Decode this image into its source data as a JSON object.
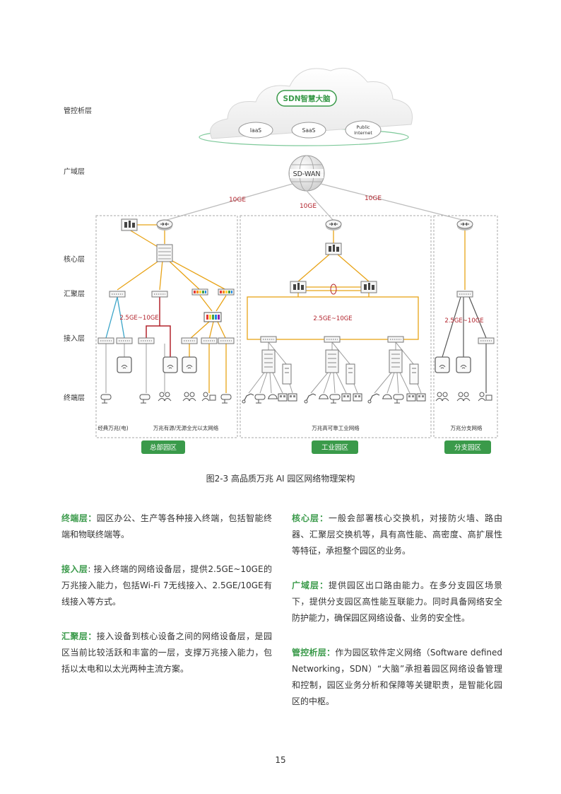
{
  "diagram": {
    "layers": {
      "management": "管控析层",
      "wan": "广域层",
      "core": "核心层",
      "aggregation": "汇聚层",
      "access": "接入层",
      "terminal": "终端层"
    },
    "cloud": {
      "brain": "SDN智慧大脑",
      "iaas": "IaaS",
      "saas": "SaaS",
      "public_internet_1": "Public",
      "public_internet_2": "Internet"
    },
    "sdwan": "SD-WAN",
    "links": {
      "left": "10GE",
      "middle": "10GE",
      "right": "10GE"
    },
    "speed_labels": {
      "hq": "2.5GE~10GE",
      "industrial": "2.5GE~10GE",
      "branch": "2.5GE~10GE"
    },
    "zone_notes": {
      "hq_classic": "经典万兆(电)",
      "hq_optical": "万兆有源/无源全光以太网络",
      "industrial": "万兆高可靠工业网络",
      "branch": "万兆分支网络"
    },
    "zones": {
      "hq": "总部园区",
      "industrial": "工业园区",
      "branch": "分支园区"
    }
  },
  "caption": "图2-3 高品质万兆 AI 园区网络物理架构",
  "left_col": [
    {
      "term": "终端层：",
      "text": "园区办公、生产等各种接入终端，包括智能终端和物联终端等。"
    },
    {
      "term": "接入层",
      "text": ": 接入终端的网络设备层，提供2.5GE~10GE的万兆接入能力，包括Wi-Fi 7无线接入、2.5GE/10GE有线接入等方式。"
    },
    {
      "term": "汇聚层：",
      "text": "接入设备到核心设备之间的网络设备层，是园区当前比较活跃和丰富的一层，支撑万兆接入能力，包括以太电和以太光两种主流方案。"
    }
  ],
  "right_col": [
    {
      "term": "核心层：",
      "text": "一般会部署核心交换机，对接防火墙、路由器、汇聚层交换机等，具有高性能、高密度、高扩展性等特征，承担整个园区的业务。"
    },
    {
      "term": "广域层：",
      "text": "提供园区出口路由能力。在多分支园区场景下，提供分支园区高性能互联能力。同时具备网络安全防护能力，确保园区网络设备、业务的安全性。"
    },
    {
      "term": "管控析层：",
      "text": "作为园区软件定义网络（Software defined Networking，SDN）“大脑”承担着园区网络设备管理和控制，园区业务分析和保障等关键职责，是智能化园区的中枢。"
    }
  ],
  "page_number": "15",
  "colors": {
    "accent_green": "#3a9a4a",
    "link_orange": "#e8a317",
    "link_red": "#b2232c",
    "link_teal": "#3aa4c8",
    "zone_button": "#3a9a4a"
  },
  "icons": [
    "cloud-icon",
    "globe-icon",
    "router-icon",
    "firewall-icon",
    "switch-icon",
    "access-point-icon",
    "camera-icon",
    "user-group-icon",
    "pc-icon"
  ]
}
